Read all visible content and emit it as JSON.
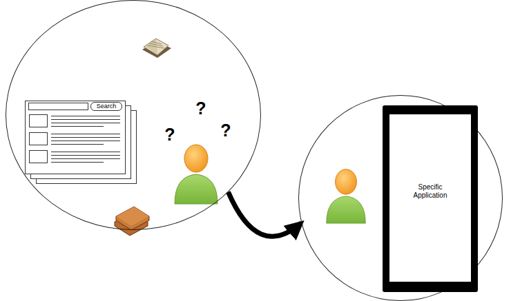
{
  "diagram": {
    "nodes": [
      {},
      {
        "text": [
          "Search"
        ],
        "in": 0
      },
      {},
      {
        "text": [
          "Specific Application"
        ],
        "in": 2
      }
    ],
    "edges": [
      {
        "from": 0,
        "to": 2,
        "arrow": "to"
      }
    ],
    "labels": [
      "?",
      "?",
      "?"
    ]
  }
}
